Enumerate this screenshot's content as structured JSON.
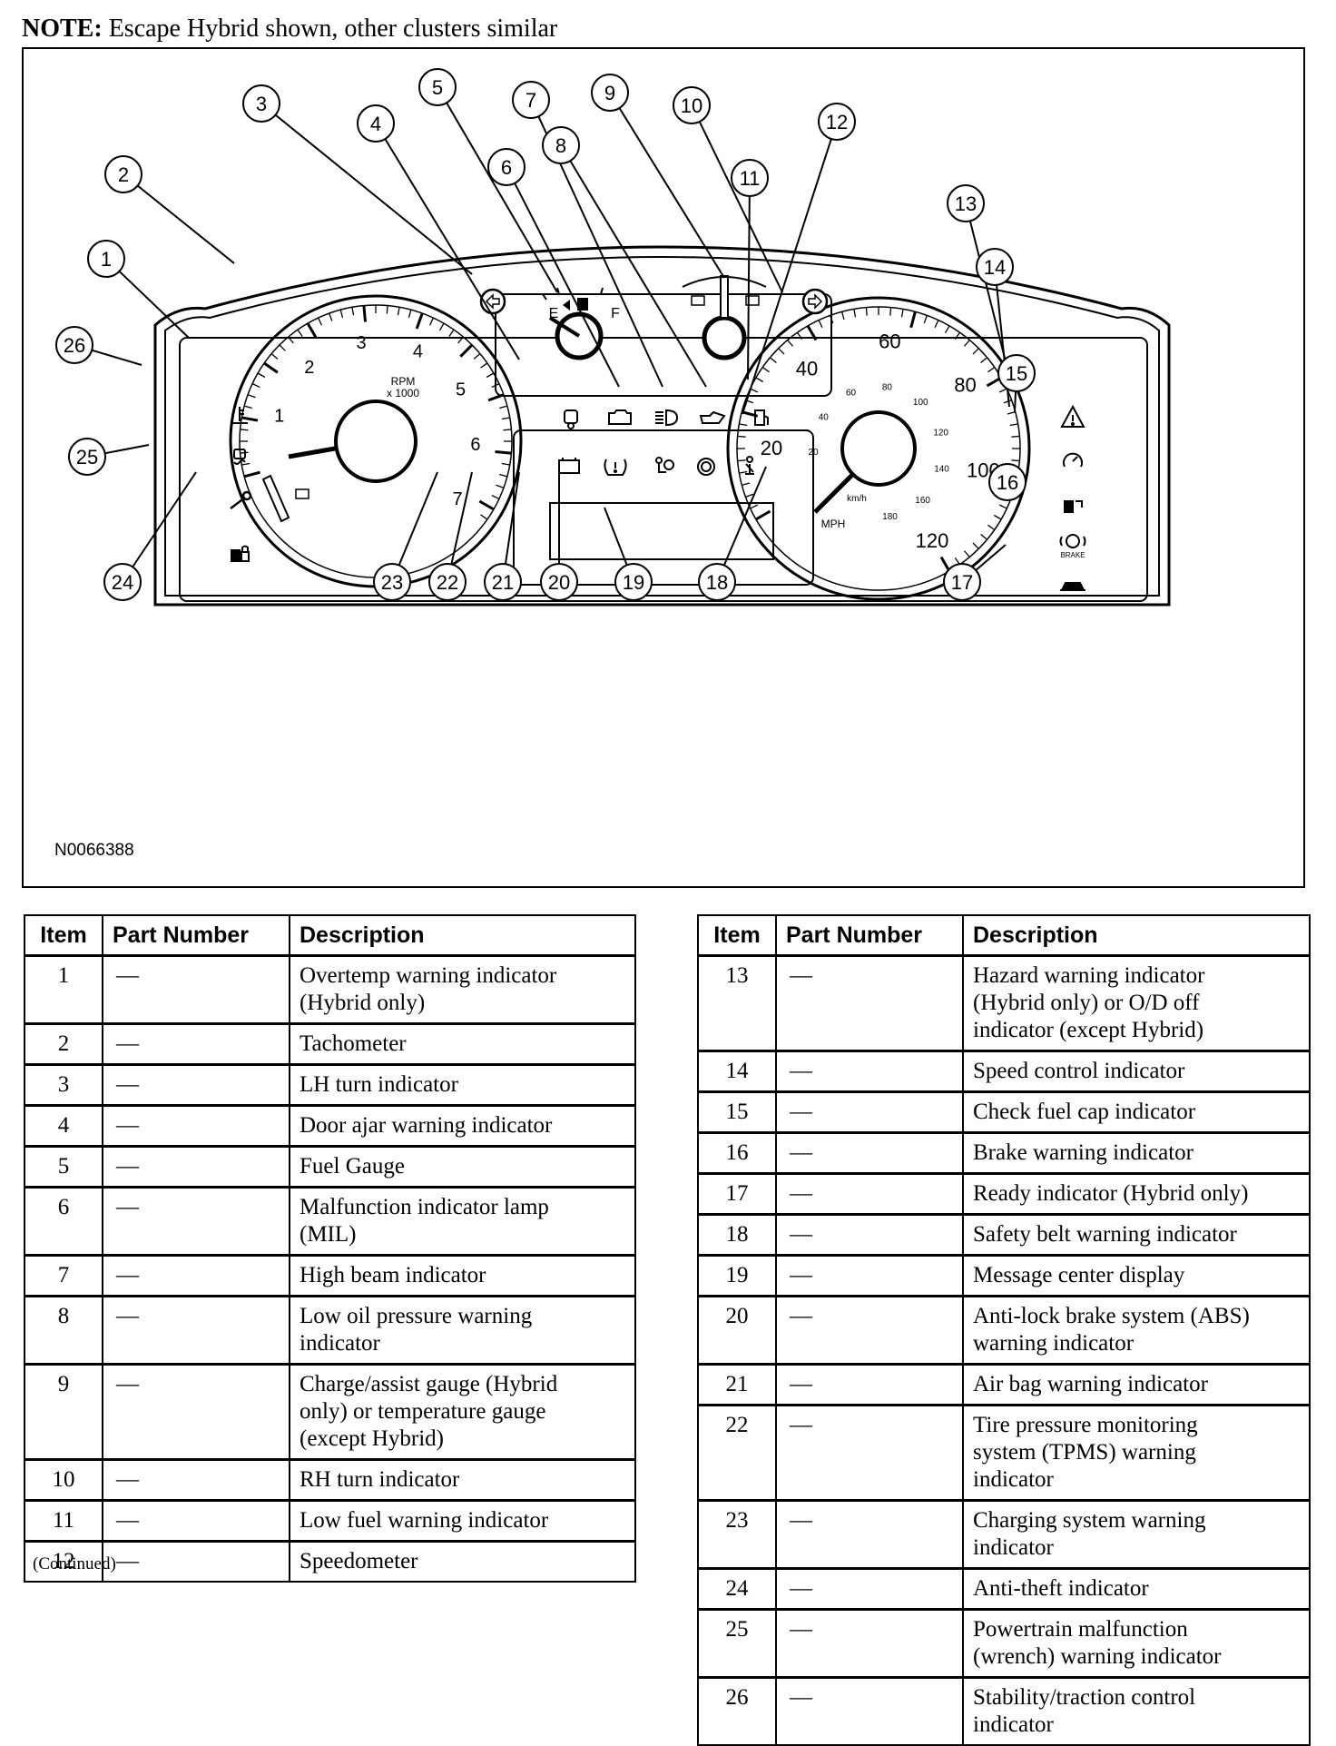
{
  "note": {
    "label": "NOTE:",
    "text": "Escape Hybrid shown, other clusters similar"
  },
  "figure": {
    "id": "N0066388",
    "tachometer": {
      "rpm_label": "RPM",
      "multiplier_label": "x 1000",
      "ticks": [
        "1",
        "2",
        "3",
        "4",
        "5",
        "6",
        "7"
      ]
    },
    "speedometer": {
      "mph_label": "MPH",
      "kmh_label": "km/h",
      "mph_ticks": [
        "20",
        "40",
        "60",
        "80",
        "100",
        "120"
      ],
      "kmh_ticks": [
        "20",
        "40",
        "60",
        "80",
        "100",
        "120",
        "140",
        "160",
        "180"
      ]
    },
    "fuel_gauge": {
      "empty_label": "E",
      "full_label": "F"
    },
    "brake_label": "BRAKE",
    "callouts": [
      "1",
      "2",
      "3",
      "4",
      "5",
      "6",
      "7",
      "8",
      "9",
      "10",
      "11",
      "12",
      "13",
      "14",
      "15",
      "16",
      "17",
      "18",
      "19",
      "20",
      "21",
      "22",
      "23",
      "24",
      "25",
      "26"
    ]
  },
  "table_headers": {
    "item": "Item",
    "part_number": "Part Number",
    "description": "Description"
  },
  "table_left": [
    {
      "item": "1",
      "part": "—",
      "desc": [
        "Overtemp warning indicator",
        "(Hybrid only)"
      ]
    },
    {
      "item": "2",
      "part": "—",
      "desc": [
        "Tachometer"
      ]
    },
    {
      "item": "3",
      "part": "—",
      "desc": [
        "LH turn indicator"
      ]
    },
    {
      "item": "4",
      "part": "—",
      "desc": [
        "Door ajar warning indicator"
      ]
    },
    {
      "item": "5",
      "part": "—",
      "desc": [
        "Fuel Gauge"
      ]
    },
    {
      "item": "6",
      "part": "—",
      "desc": [
        "Malfunction indicator lamp",
        "(MIL)"
      ]
    },
    {
      "item": "7",
      "part": "—",
      "desc": [
        "High beam indicator"
      ]
    },
    {
      "item": "8",
      "part": "—",
      "desc": [
        "Low oil pressure warning",
        "indicator"
      ]
    },
    {
      "item": "9",
      "part": "—",
      "desc": [
        "Charge/assist gauge (Hybrid",
        "only) or temperature gauge",
        "(except Hybrid)"
      ]
    },
    {
      "item": "10",
      "part": "—",
      "desc": [
        "RH turn indicator"
      ]
    },
    {
      "item": "11",
      "part": "—",
      "desc": [
        "Low fuel warning indicator"
      ]
    },
    {
      "item": "12",
      "part": "—",
      "desc": [
        "Speedometer"
      ]
    }
  ],
  "table_right": [
    {
      "item": "13",
      "part": "—",
      "desc": [
        "Hazard warning indicator",
        "(Hybrid only) or O/D off",
        "indicator (except Hybrid)"
      ]
    },
    {
      "item": "14",
      "part": "—",
      "desc": [
        "Speed control indicator"
      ]
    },
    {
      "item": "15",
      "part": "—",
      "desc": [
        "Check fuel cap indicator"
      ]
    },
    {
      "item": "16",
      "part": "—",
      "desc": [
        "Brake warning indicator"
      ]
    },
    {
      "item": "17",
      "part": "—",
      "desc": [
        "Ready indicator (Hybrid only)"
      ]
    },
    {
      "item": "18",
      "part": "—",
      "desc": [
        "Safety belt warning indicator"
      ]
    },
    {
      "item": "19",
      "part": "—",
      "desc": [
        "Message center display"
      ]
    },
    {
      "item": "20",
      "part": "—",
      "desc": [
        "Anti-lock brake system (ABS)",
        "warning indicator"
      ]
    },
    {
      "item": "21",
      "part": "—",
      "desc": [
        "Air bag warning indicator"
      ]
    },
    {
      "item": "22",
      "part": "—",
      "desc": [
        "Tire pressure monitoring",
        "system (TPMS) warning",
        "indicator"
      ]
    },
    {
      "item": "23",
      "part": "—",
      "desc": [
        "Charging system warning",
        "indicator"
      ]
    },
    {
      "item": "24",
      "part": "—",
      "desc": [
        "Anti-theft indicator"
      ]
    },
    {
      "item": "25",
      "part": "—",
      "desc": [
        "Powertrain malfunction",
        "(wrench) warning indicator"
      ]
    },
    {
      "item": "26",
      "part": "—",
      "desc": [
        "Stability/traction control",
        "indicator"
      ]
    }
  ],
  "continued": "(Continued)"
}
